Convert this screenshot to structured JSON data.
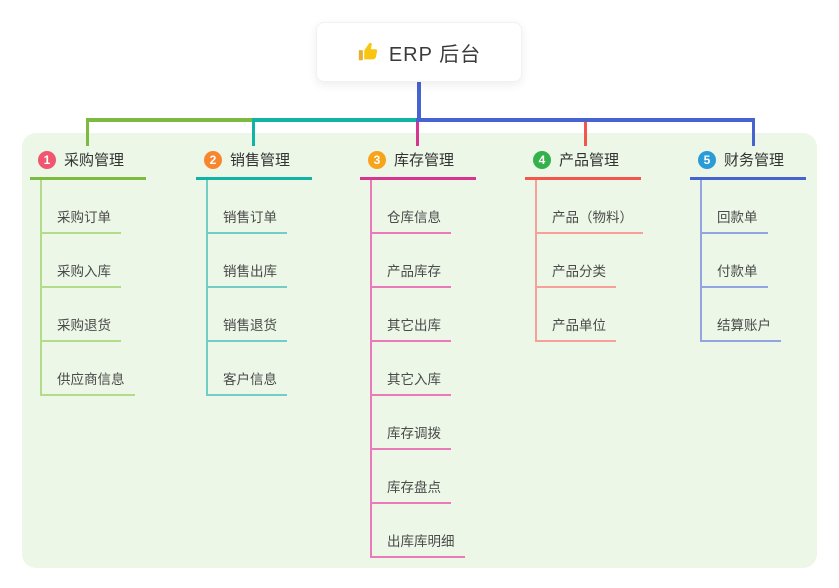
{
  "root": {
    "label": "ERP 后台",
    "icon": "thumbs-up-icon",
    "stem_color": "#4763D2"
  },
  "panel": {
    "background": "#ECF7E7"
  },
  "branches": [
    {
      "number": "1",
      "title": "采购管理",
      "badge_color": "#F0566E",
      "line_color": "#7CBB3F",
      "light_color": "#B2DC8A",
      "items": [
        "采购订单",
        "采购入库",
        "采购退货",
        "供应商信息"
      ]
    },
    {
      "number": "2",
      "title": "销售管理",
      "badge_color": "#F7862E",
      "line_color": "#10B3A4",
      "light_color": "#72CEC4",
      "items": [
        "销售订单",
        "销售出库",
        "销售退货",
        "客户信息"
      ]
    },
    {
      "number": "3",
      "title": "库存管理",
      "badge_color": "#F8A41B",
      "line_color": "#D6368F",
      "light_color": "#EB7AB8",
      "items": [
        "仓库信息",
        "产品库存",
        "其它出库",
        "其它入库",
        "库存调拨",
        "库存盘点",
        "出库库明细"
      ]
    },
    {
      "number": "4",
      "title": "产品管理",
      "badge_color": "#34B14A",
      "line_color": "#F2564D",
      "light_color": "#F7A09A",
      "items": [
        "产品（物料）",
        "产品分类",
        "产品单位"
      ]
    },
    {
      "number": "5",
      "title": "财务管理",
      "badge_color": "#2B9BD7",
      "line_color": "#4763D2",
      "light_color": "#92A5E2",
      "items": [
        "回款单",
        "付款单",
        "结算账户"
      ]
    }
  ]
}
